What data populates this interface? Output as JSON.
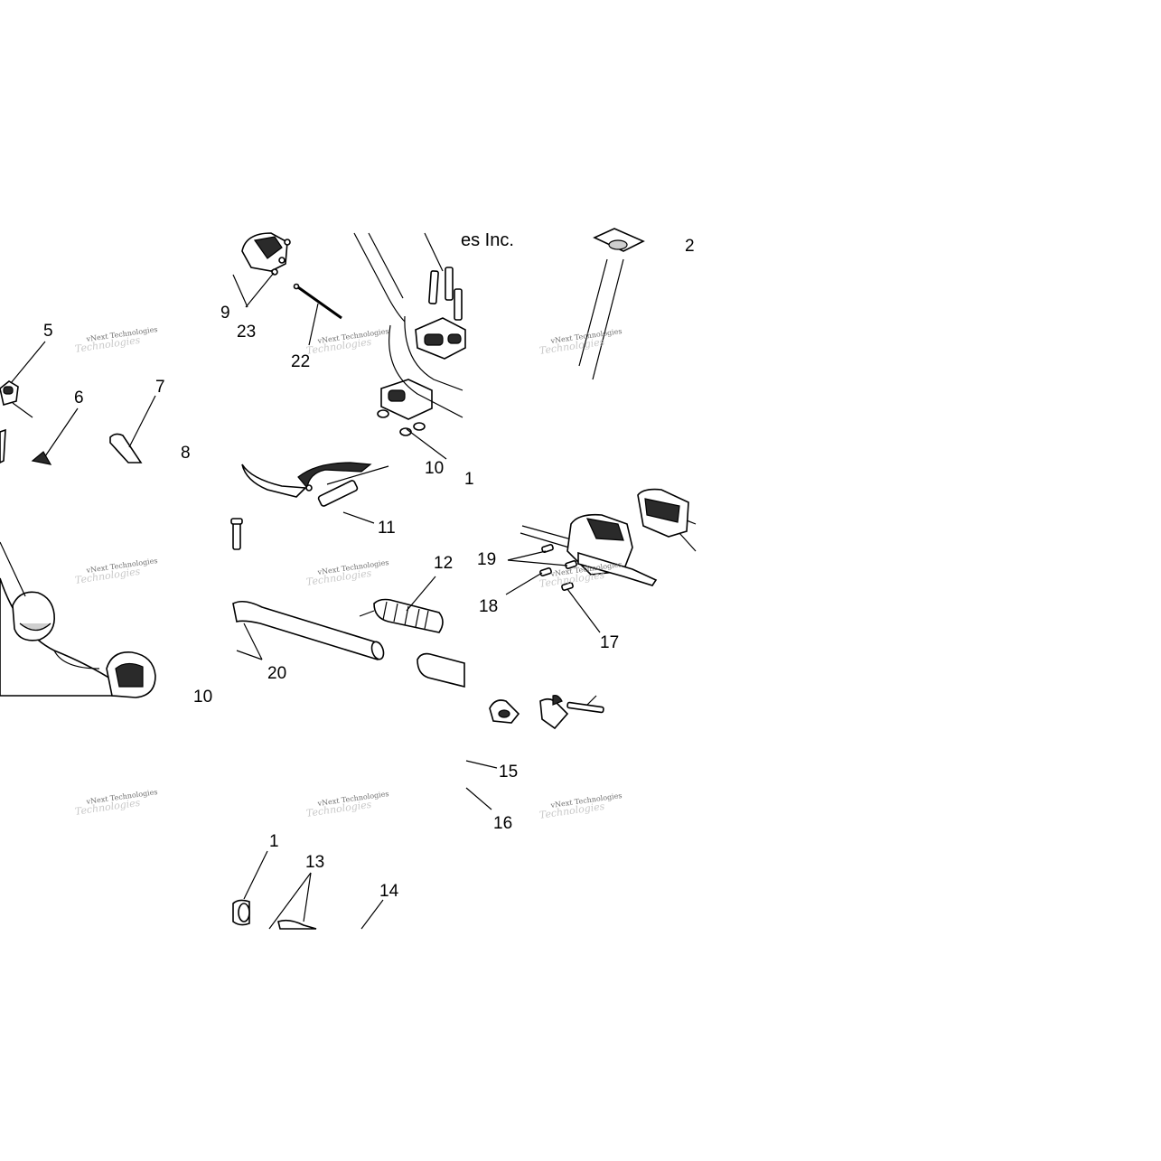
{
  "header_fragment": "es Inc.",
  "watermark": {
    "line1": "vNext Technologies",
    "line2": "Technologies"
  },
  "callouts": [
    "2",
    "5",
    "6",
    "7",
    "8",
    "9",
    "23",
    "22",
    "10",
    "1",
    "11",
    "12",
    "19",
    "18",
    "17",
    "20",
    "10",
    "15",
    "16",
    "1",
    "13",
    "14"
  ]
}
